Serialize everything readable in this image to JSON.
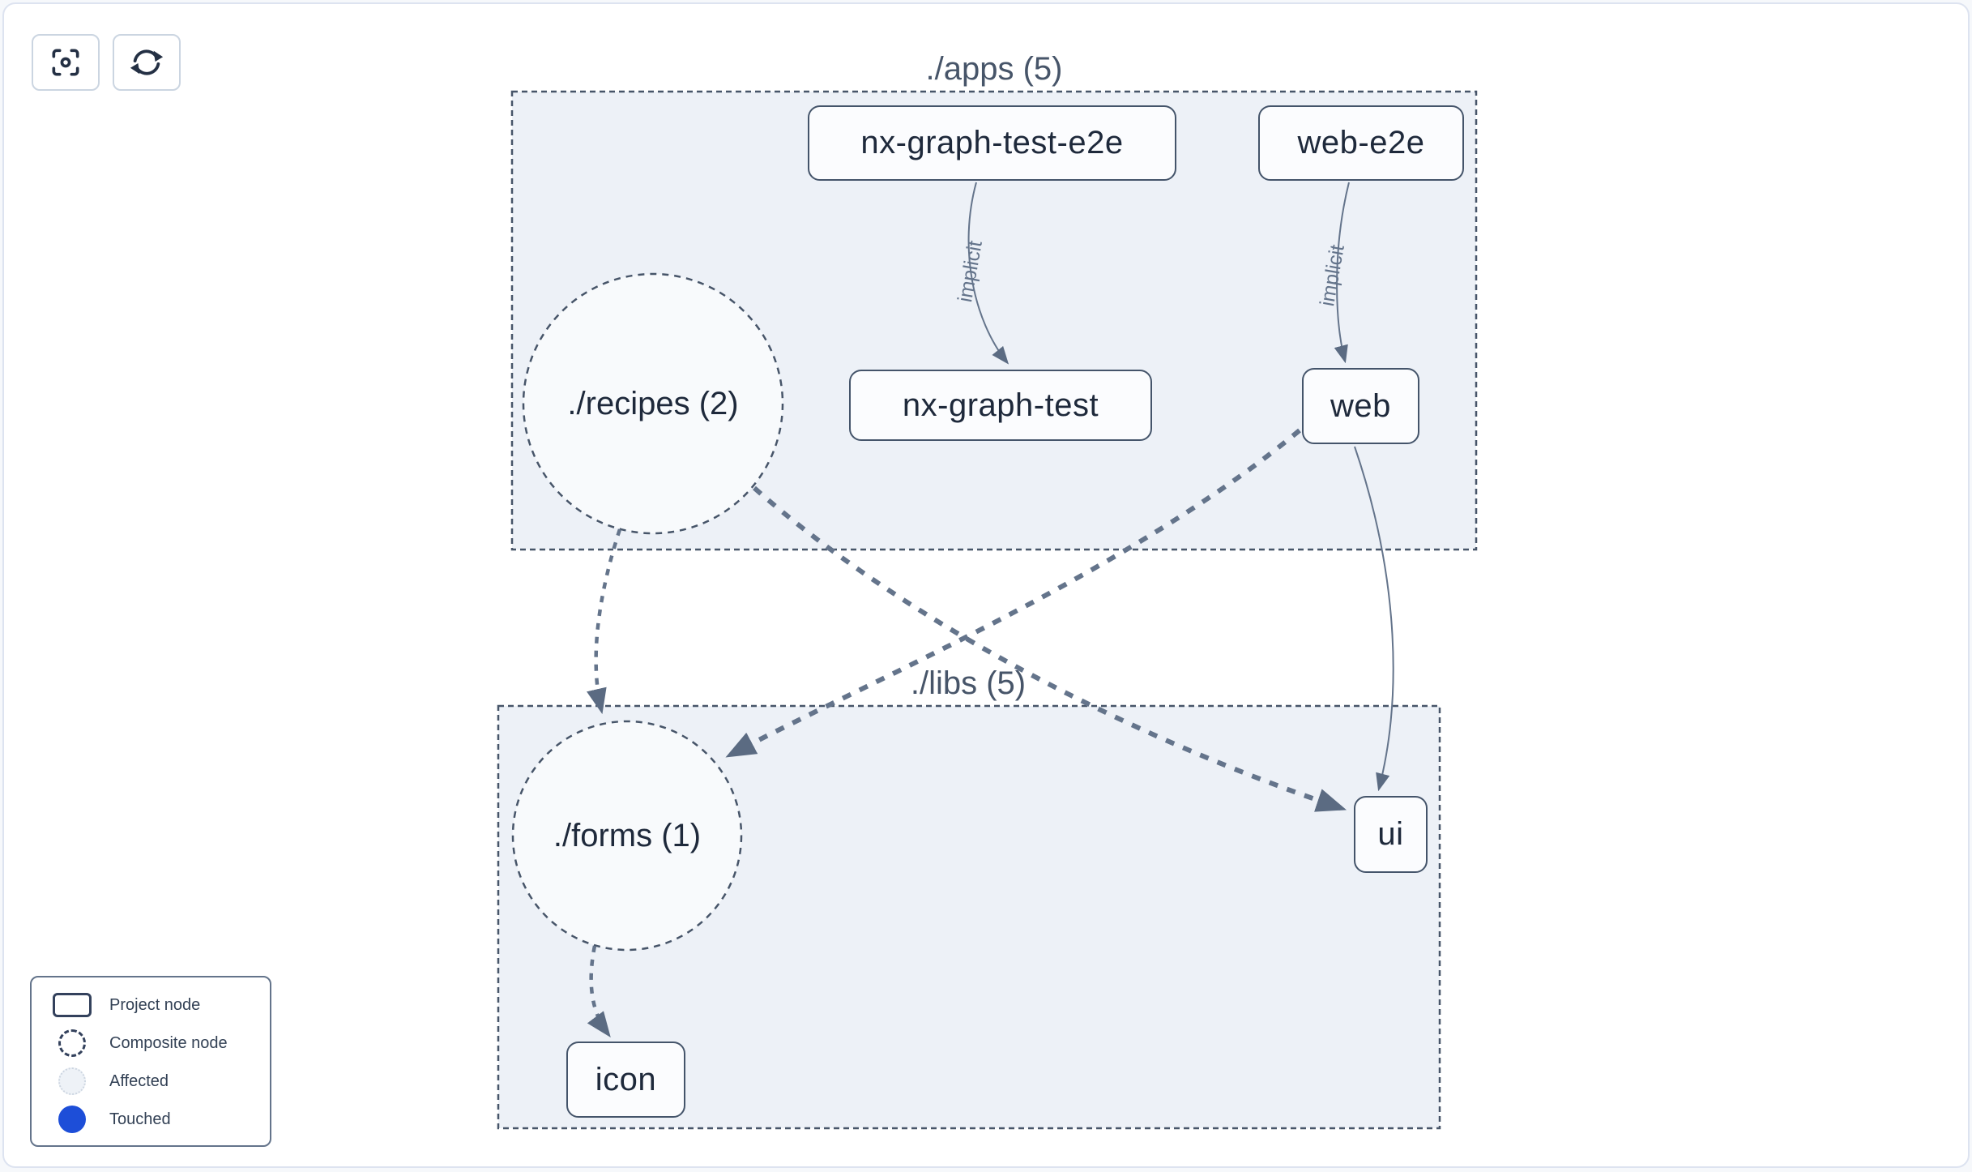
{
  "toolbar": {
    "buttons": [
      {
        "name": "focus-graph",
        "icon": "crosshair-focus-icon"
      },
      {
        "name": "refresh-graph",
        "icon": "refresh-icon"
      }
    ]
  },
  "clusters": {
    "apps": {
      "label": "./apps (5)"
    },
    "libs": {
      "label": "./libs (5)"
    }
  },
  "nodes": {
    "nx_graph_test_e2e": {
      "label": "nx-graph-test-e2e",
      "type": "project"
    },
    "web_e2e": {
      "label": "web-e2e",
      "type": "project"
    },
    "nx_graph_test": {
      "label": "nx-graph-test",
      "type": "project"
    },
    "web": {
      "label": "web",
      "type": "project"
    },
    "ui": {
      "label": "ui",
      "type": "project"
    },
    "icon": {
      "label": "icon",
      "type": "project"
    },
    "recipes": {
      "label": "./recipes (2)",
      "type": "composite"
    },
    "forms": {
      "label": "./forms (1)",
      "type": "composite"
    }
  },
  "edges": [
    {
      "from": "nx-graph-test-e2e",
      "to": "nx-graph-test",
      "label": "implicit",
      "style": "solid"
    },
    {
      "from": "web-e2e",
      "to": "web",
      "label": "implicit",
      "style": "solid"
    },
    {
      "from": "./recipes (2)",
      "to": "./forms (1)",
      "label": "",
      "style": "dashed"
    },
    {
      "from": "./recipes (2)",
      "to": "ui",
      "label": "",
      "style": "dashed"
    },
    {
      "from": "web",
      "to": "./forms (1)",
      "label": "",
      "style": "dashed"
    },
    {
      "from": "web",
      "to": "ui",
      "label": "",
      "style": "solid"
    },
    {
      "from": "./forms (1)",
      "to": "icon",
      "label": "",
      "style": "dashed"
    }
  ],
  "legend": {
    "items": [
      {
        "label": "Project node",
        "swatch": "project-node-swatch"
      },
      {
        "label": "Composite node",
        "swatch": "composite-node-swatch"
      },
      {
        "label": "Affected",
        "swatch": "affected-swatch"
      },
      {
        "label": "Touched",
        "swatch": "touched-swatch"
      }
    ]
  },
  "colors": {
    "touched_blue": "#1d4ed8",
    "edge": "#64748b",
    "cluster_bg": "#edf1f7",
    "cluster_border": "#475569",
    "node_border": "#44546a",
    "node_bg": "#fbfcfe",
    "composite_bg": "#f8fafc",
    "text_dark": "#1e293b",
    "label_slate": "#475569",
    "affected_bg": "#eef2f7",
    "button_border": "#cbd5e1"
  }
}
